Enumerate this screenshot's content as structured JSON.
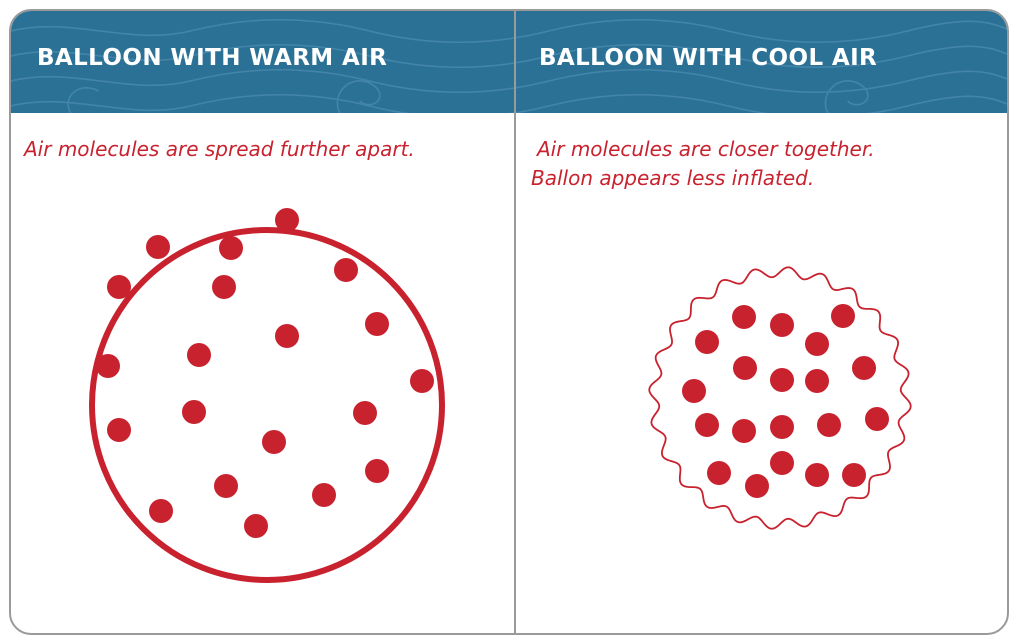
{
  "panels": [
    {
      "title": "BALLOON WITH WARM AIR",
      "caption_lines": [
        "Air molecules are spread further apart."
      ]
    },
    {
      "title": "BALLOON WITH COOL AIR",
      "caption_lines": [
        "Air molecules are closer together.",
        "Ballon appears less inflated."
      ]
    }
  ],
  "colors": {
    "header": "#2b7196",
    "accent": "#c8222f",
    "border": "#9a9a9a"
  }
}
